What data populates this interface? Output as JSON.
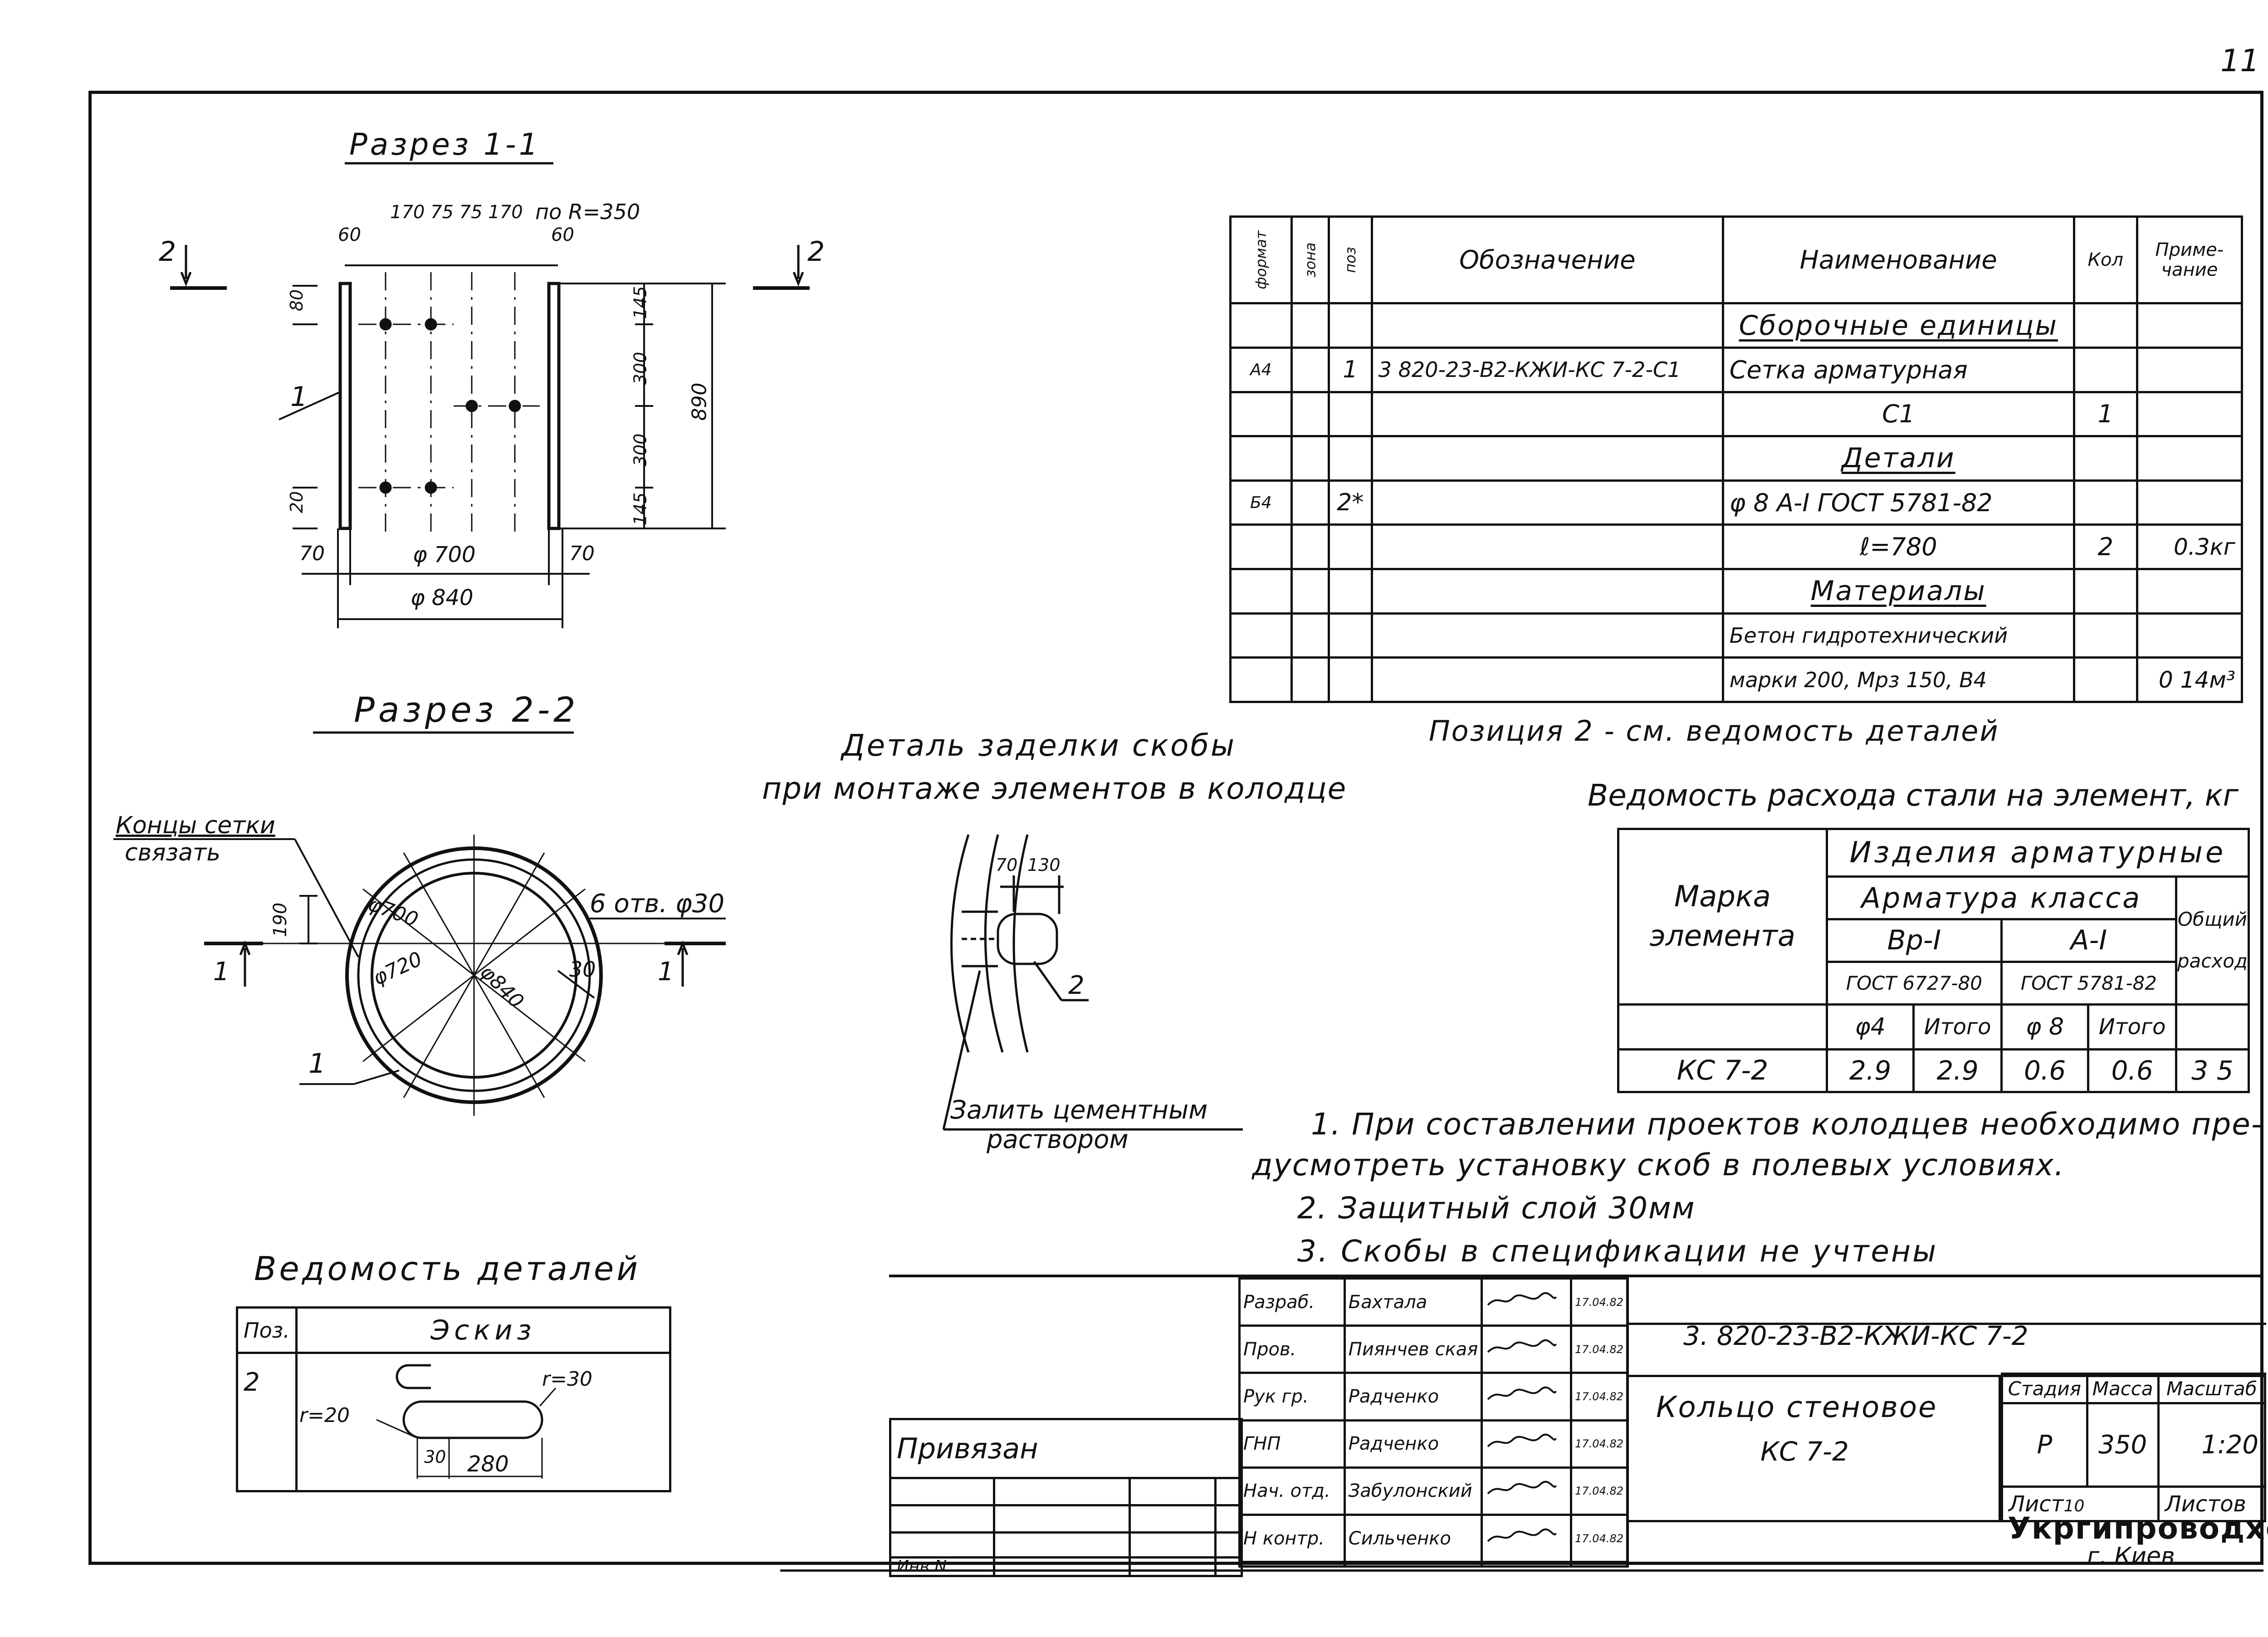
{
  "sheet_number": "11",
  "section_1": {
    "title": "Разрез 1-1",
    "dims": {
      "top": "170 75 75 170",
      "radius_note": "по R=350",
      "left_60": "60",
      "right_60": "60",
      "left_80": "80",
      "left_20": "20",
      "right_145_top": "145",
      "right_300_a": "300",
      "right_300_b": "300",
      "right_145_bottom": "145",
      "height_890": "890",
      "left_70": "70",
      "right_70": "70",
      "inner_diam": "φ 700",
      "outer_diam": "φ 840"
    },
    "callout_1": "1",
    "cut_left": "2",
    "cut_right": "2"
  },
  "section_2": {
    "title": "Разрез 2-2",
    "note_ends": [
      "Концы сетки",
      "связать"
    ],
    "holes": "6 отв. φ30",
    "dims": {
      "d700": "φ700",
      "d720": "φ720",
      "d840": "φ840",
      "v190": "190",
      "r30": "30"
    },
    "callout_1": "1",
    "cut_left": "1",
    "cut_right": "1"
  },
  "detail": {
    "title_line1": "Деталь заделки скобы",
    "title_line2": "при монтаже элементов в колодце",
    "dim_70": "70",
    "dim_130": "130",
    "callout_2": "2",
    "note_line1": "Залить цементным",
    "note_line2": "раствором"
  },
  "details_list": {
    "title": "Ведомость деталей",
    "headers": [
      "Поз.",
      "Эскиз"
    ],
    "pos": "2",
    "r20": "r=20",
    "r30": "r=30",
    "dim_30": "30",
    "dim_280": "280"
  },
  "spec_table": {
    "headers": {
      "format": "формат",
      "zone": "зона",
      "pos": "поз",
      "designation": "Обозначение",
      "name": "Наименование",
      "qty": "Кол",
      "note": "Приме- чание"
    },
    "rows": [
      {
        "format": "",
        "zone": "",
        "pos": "",
        "designation": "",
        "name": "Сборочные единицы",
        "qty": "",
        "note": "",
        "section": true
      },
      {
        "format": "А4",
        "zone": "",
        "pos": "1",
        "designation": "3 820-23-В2-КЖИ-КС 7-2-С1",
        "name": "Сетка арматурная",
        "qty": "",
        "note": "",
        "section": false
      },
      {
        "format": "",
        "zone": "",
        "pos": "",
        "designation": "",
        "name": "С1",
        "qty": "1",
        "note": "",
        "section": false
      },
      {
        "format": "",
        "zone": "",
        "pos": "",
        "designation": "",
        "name": "Детали",
        "qty": "",
        "note": "",
        "section": true
      },
      {
        "format": "Б4",
        "zone": "",
        "pos": "2*",
        "designation": "",
        "name": "φ 8 А-I ГОСТ 5781-82",
        "qty": "",
        "note": "",
        "section": false
      },
      {
        "format": "",
        "zone": "",
        "pos": "",
        "designation": "",
        "name": "ℓ=780",
        "qty": "2",
        "note": "0.3кг",
        "section": false
      },
      {
        "format": "",
        "zone": "",
        "pos": "",
        "designation": "",
        "name": "Материалы",
        "qty": "",
        "note": "",
        "section": true
      },
      {
        "format": "",
        "zone": "",
        "pos": "",
        "designation": "",
        "name": "Бетон гидротехнический",
        "qty": "",
        "note": "",
        "section": false
      },
      {
        "format": "",
        "zone": "",
        "pos": "",
        "designation": "",
        "name": "марки 200, Мрз 150, В4",
        "qty": "",
        "note": "0 14м³",
        "section": false
      }
    ],
    "footnote": "Позиция 2 - см. ведомость деталей"
  },
  "steel_table": {
    "title": "Ведомость расхода стали на элемент, кг",
    "h_mark": [
      "Марка",
      "элемента"
    ],
    "h_products": "Изделия арматурные",
    "h_class": "Арматура класса",
    "h_total": [
      "Общий",
      "расход"
    ],
    "h_bp": "Вр-I",
    "h_ai": "А-I",
    "h_gost1": "ГОСТ 6727-80",
    "h_gost2": "ГОСТ 5781-82",
    "h_d4": "φ4",
    "h_itogo1": "Итого",
    "h_d8": "φ 8",
    "h_itogo2": "Итого",
    "row": {
      "mark": "КС 7-2",
      "d4": "2.9",
      "itogo1": "2.9",
      "d8": "0.6",
      "itogo2": "0.6",
      "total": "3 5"
    }
  },
  "notes": [
    "1. При составлении проектов колодцев необходимо пре-",
    "дусмотреть установку скоб в полевых условиях.",
    "2. Защитный слой 30мм",
    "3. Скобы в спецификации не учтены"
  ],
  "title_block": {
    "privyazan": "Привязан",
    "inv": "Инв N",
    "roles": [
      {
        "role": "Разраб.",
        "name": "Бахтала",
        "date": "17.04.82"
      },
      {
        "role": "Пров.",
        "name": "Пиянчев ская",
        "date": "17.04.82"
      },
      {
        "role": "Рук гр.",
        "name": "Радченко",
        "date": "17.04.82"
      },
      {
        "role": "ГНП",
        "name": "Радченко",
        "date": "17.04.82"
      },
      {
        "role": "Нач. отд.",
        "name": "Забулонский",
        "date": "17.04.82"
      },
      {
        "role": "Н контр.",
        "name": "Сильченко",
        "date": "17.04.82"
      }
    ],
    "doc_code": "3. 820-23-В2-КЖИ-КС 7-2",
    "name_line1": "Кольцо стеновое",
    "name_line2": "КС 7-2",
    "h_stage": "Стадия",
    "h_mass": "Масса",
    "h_scale": "Масштаб",
    "stage": "Р",
    "mass": "350",
    "scale": "1:20",
    "sheet_label": "Лист",
    "sheet_no": "10",
    "sheets_label": "Листов",
    "org": "Укргипроводхоз",
    "city": "г. Киев"
  }
}
